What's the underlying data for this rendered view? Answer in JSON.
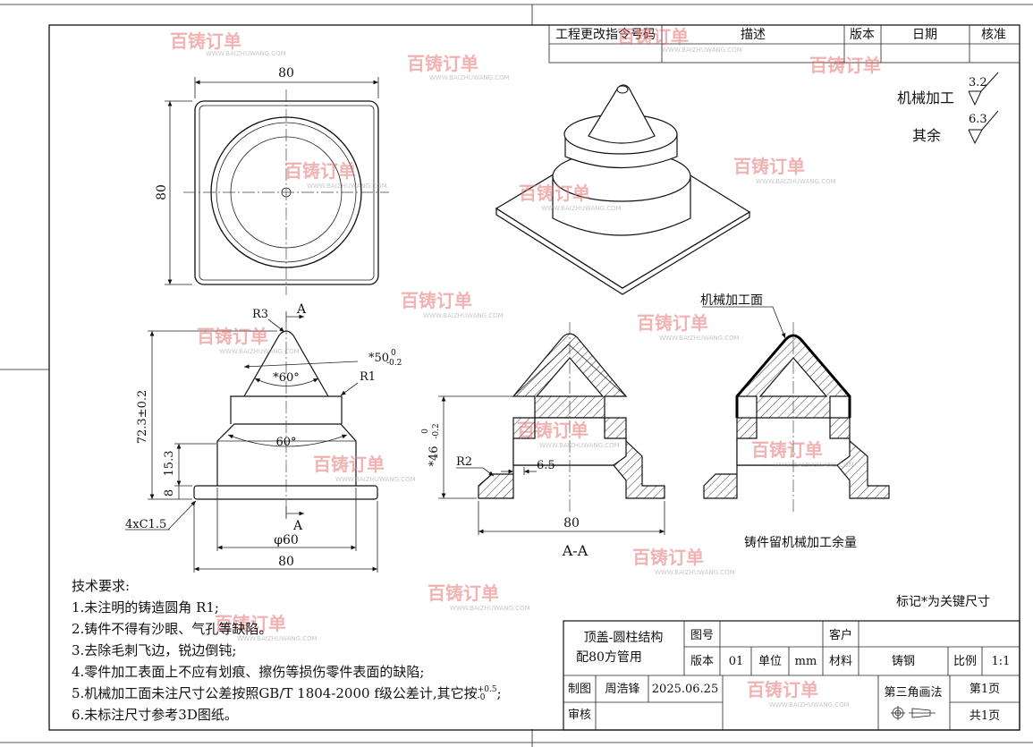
{
  "revision_header": {
    "col1": "工程更改指令号码",
    "col2": "描述",
    "col3": "版本",
    "col4": "日期",
    "col5": "核准"
  },
  "roughness": {
    "machined_label": "机械加工",
    "machined_value": "3.2",
    "rest_label": "其余",
    "rest_value": "6.3"
  },
  "top_view": {
    "width_dim": "80",
    "height_dim": "80"
  },
  "front_view": {
    "r3": "R3",
    "section_a_top": "A",
    "section_a_bottom": "A",
    "dia50": "*50",
    "dia50_tol_top": "0",
    "dia50_tol_bot": "-0.2",
    "angle_top": "*60°",
    "r1": "R1",
    "height_total": "72.3±0.2",
    "angle_mid": "60°",
    "h15": "15.3",
    "h8": "8",
    "chamfer": "4xC1.5",
    "dia60": "φ60",
    "width80": "80"
  },
  "section_view": {
    "height46": "*46",
    "height46_tol_top": "0",
    "height46_tol_bot": "-0.2",
    "r2": "R2",
    "dim65": "6.5",
    "width80": "80",
    "caption": "A-A"
  },
  "allowance_view": {
    "machined_face_label": "机械加工面",
    "caption": "铸件留机械加工余量"
  },
  "tech_requirements": {
    "title": "技术要求:",
    "items": [
      "1.未注明的铸造圆角 R1;",
      "2.铸件不得有沙眼、气孔等缺陷。",
      "3.去除毛刺飞边，锐边倒钝;",
      "4.零件加工表面上不应有划痕、擦伤等损伤零件表面的缺陷;",
      "5.机械加工面未注尺寸公差按照GB/T 1804-2000 f级公差计,其它按",
      "6.未标注尺寸参考3D图纸。"
    ],
    "item5_tol_top": "+0.5",
    "item5_tol_bot": "-0",
    "item5_end": ";"
  },
  "key_note": "标记*为关键尺寸",
  "title_block": {
    "part_name_line1": "顶盖-圆柱结构",
    "part_name_line2": "配80方管用",
    "drawing_no_label": "图号",
    "customer_label": "客户",
    "version_label": "版本",
    "version_value": "01",
    "unit_label": "单位",
    "unit_value": "mm",
    "material_label": "材料",
    "material_value": "铸钢",
    "scale_label": "比例",
    "scale_value": "1:1",
    "drawn_label": "制图",
    "drawn_by": "周浩锋",
    "drawn_date": "2025.06.25",
    "projection": "第三角画法",
    "page": "第1页",
    "total_pages": "共1页",
    "review_label": "审核"
  },
  "watermark": {
    "brand": "百铸订单",
    "url": "WWW.BAIZHUWANG.COM"
  }
}
